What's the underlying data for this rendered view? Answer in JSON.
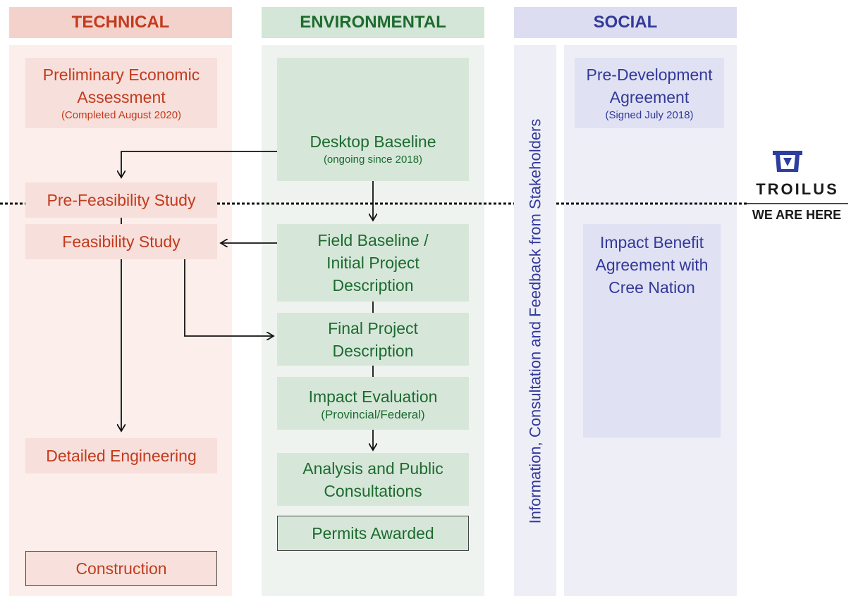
{
  "headers": {
    "technical": "TECHNICAL",
    "environmental": "ENVIRONMENTAL",
    "social": "SOCIAL"
  },
  "technical": {
    "pea_title": "Preliminary Economic Assessment",
    "pea_sub": "(Completed August 2020)",
    "prefeas": "Pre-Feasibility Study",
    "feas": "Feasibility Study",
    "detailed": "Detailed Engineering",
    "construction": "Construction"
  },
  "environmental": {
    "desktop_title": "Desktop Baseline",
    "desktop_sub": "(ongoing since 2018)",
    "field": "Field Baseline / Initial Project Description",
    "final": "Final Project Description",
    "impact_title": "Impact Evaluation",
    "impact_sub": "(Provincial/Federal)",
    "analysis": "Analysis and Public Consultations",
    "permits": "Permits Awarded"
  },
  "social": {
    "vertical": "Information, Consultation and Feedback from Stakeholders",
    "pda_title": "Pre-Development Agreement",
    "pda_sub": "(Signed July 2018)",
    "iba": "Impact Benefit Agreement with Cree Nation"
  },
  "marker": {
    "logo": "TROILUS",
    "here": "WE ARE HERE"
  },
  "colors": {
    "technical": "#c23b1d",
    "environmental": "#1d6b2e",
    "social": "#33399a"
  }
}
